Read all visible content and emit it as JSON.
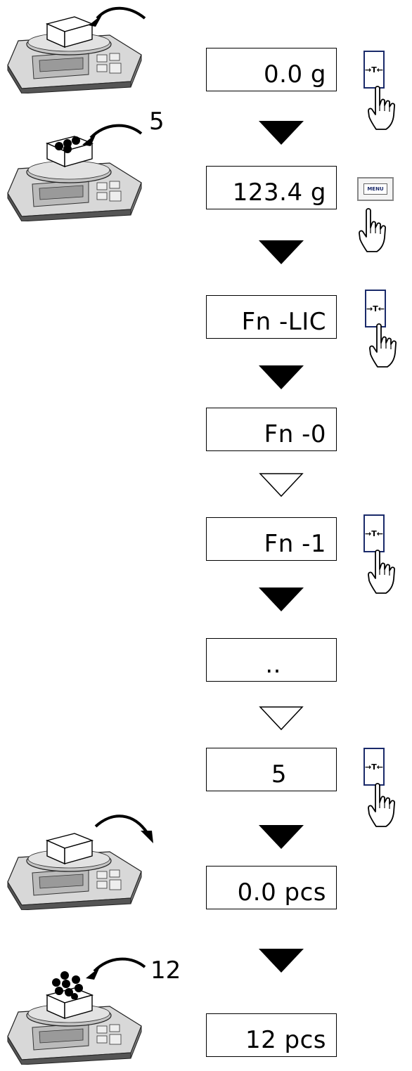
{
  "steps": [
    {
      "display": "0.0 g",
      "key": "tare"
    },
    {
      "display": "123.4 g",
      "key": "menu"
    },
    {
      "display": "Fn -LIC",
      "key": "tare"
    },
    {
      "display": "Fn -0",
      "key": ""
    },
    {
      "display": "Fn -1",
      "key": "tare"
    },
    {
      "display": "..",
      "key": ""
    },
    {
      "display": "5",
      "key": "tare"
    },
    {
      "display": "0.0 pcs",
      "key": ""
    },
    {
      "display": "12 pcs",
      "key": ""
    }
  ],
  "keys": {
    "tare_label": "→T←",
    "menu_label": "MENU"
  },
  "sample_counts": {
    "first": "5",
    "second": "12"
  }
}
